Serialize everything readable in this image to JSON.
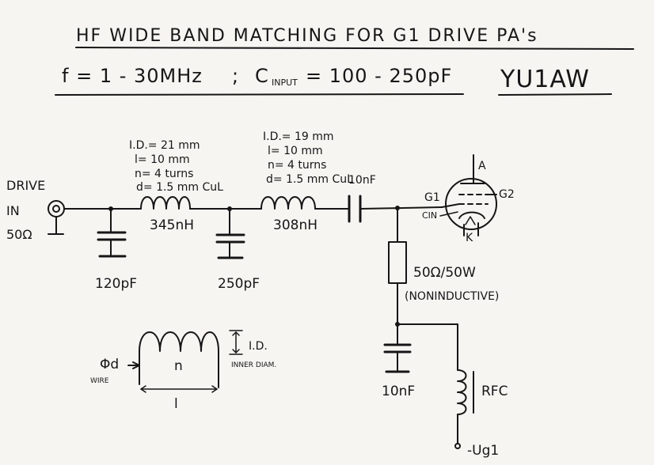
{
  "header": {
    "title": "HF WIDE BAND MATCHING FOR G1 DRIVE PA's",
    "frequency": "f = 1 - 30MHz",
    "separator": ";",
    "cin_symbol": "C",
    "cin_sub": "INPUT",
    "cin_value": "= 100 - 250pF",
    "callsign": "YU1AW"
  },
  "drive": {
    "label": "DRIVE",
    "in_label": "IN",
    "impedance": "50Ω"
  },
  "coil1": {
    "id": "I.D.= 21 mm",
    "length": "l= 10 mm",
    "turns": "n= 4 turns",
    "wire": "d= 1.5 mm CuL",
    "value": "345nH"
  },
  "coil2": {
    "id": "I.D.= 19 mm",
    "length": "l= 10 mm",
    "turns": "n= 4 turns",
    "wire": "d= 1.5 mm CuL",
    "value": "308nH"
  },
  "caps": {
    "c1": "120pF",
    "c2": "250pF",
    "coupling": "10nF",
    "bypass": "10nF"
  },
  "tube": {
    "anode": "A",
    "cathode": "K",
    "grid1": "G1",
    "grid2": "G2",
    "cin": "CIN"
  },
  "resistor": {
    "value": "50Ω/50W",
    "note": "(NONINDUCTIVE)"
  },
  "rfc": {
    "label": "RFC"
  },
  "bias": {
    "label": "-Ug1"
  },
  "legend": {
    "wire_symbol": "Φd",
    "wire_label": "WIRE",
    "turns_label": "n",
    "length_label": "l",
    "id_label": "I.D.",
    "id_desc": "INNER DIAM."
  }
}
